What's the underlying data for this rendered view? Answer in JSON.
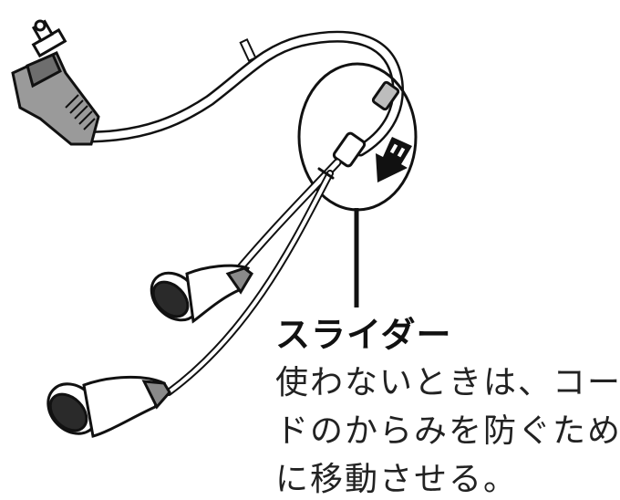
{
  "callout": {
    "title": "スライダー",
    "lines": [
      "使わないときは、コー",
      "ドのからみを防ぐため",
      "に移動させる。"
    ]
  },
  "illustration": {
    "subject": "earphones-with-cord-slider",
    "arrow_direction": "down",
    "ink_color": "#111111"
  }
}
